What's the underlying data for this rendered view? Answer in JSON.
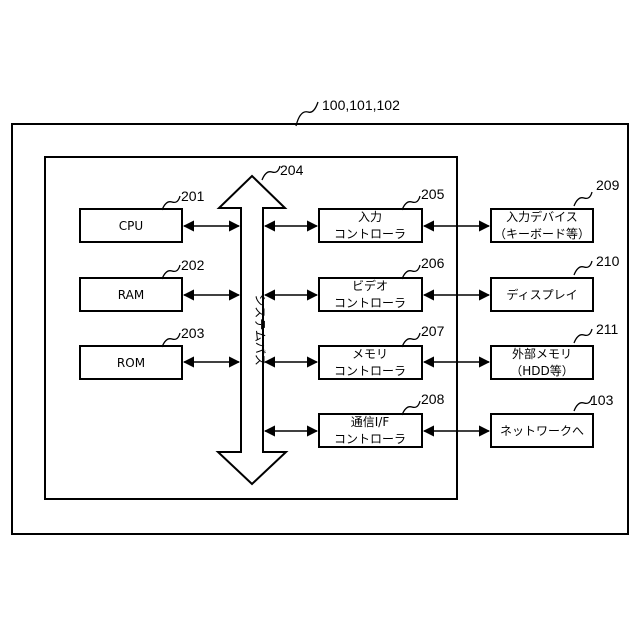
{
  "outer": {
    "ref": "100,101,102"
  },
  "left": [
    {
      "label": "CPU",
      "ref": "201"
    },
    {
      "label": "RAM",
      "ref": "202"
    },
    {
      "label": "ROM",
      "ref": "203"
    }
  ],
  "bus": {
    "label": "システムバス",
    "ref": "204"
  },
  "controllers": [
    {
      "line1": "入力",
      "line2": "コントローラ",
      "ref": "205"
    },
    {
      "line1": "ビデオ",
      "line2": "コントローラ",
      "ref": "206"
    },
    {
      "line1": "メモリ",
      "line2": "コントローラ",
      "ref": "207"
    },
    {
      "line1": "通信I/F",
      "line2": "コントローラ",
      "ref": "208"
    }
  ],
  "devices": [
    {
      "line1": "入力デバイス",
      "line2": "（キーボード等）",
      "ref": "209"
    },
    {
      "line1": "ディスプレイ",
      "line2": "",
      "ref": "210"
    },
    {
      "line1": "外部メモリ",
      "line2": "（HDD等）",
      "ref": "211"
    },
    {
      "line1": "ネットワークへ",
      "line2": "",
      "ref": "103"
    }
  ]
}
